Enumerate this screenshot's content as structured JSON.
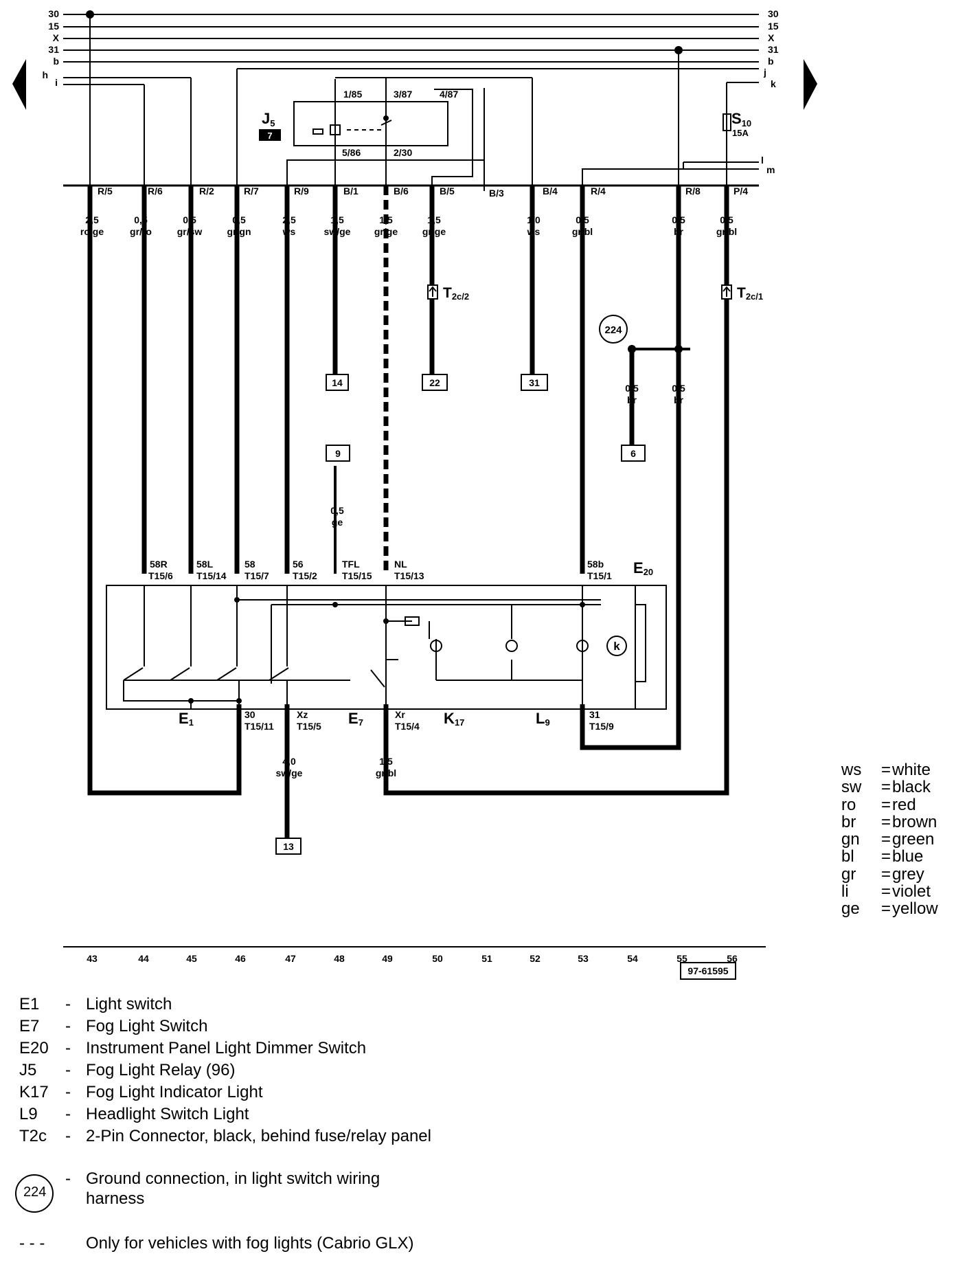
{
  "bus_lines": {
    "left_labels": [
      "30",
      "15",
      "X",
      "31",
      "b",
      "h",
      "i"
    ],
    "right_labels": [
      "30",
      "15",
      "X",
      "31",
      "b",
      "j",
      "k",
      "l",
      "m"
    ]
  },
  "relay": {
    "name_main": "J",
    "name_sub": "5",
    "badge": "7",
    "pins": [
      "1/85",
      "3/87",
      "4/87",
      "5/86",
      "2/30"
    ]
  },
  "fuse": {
    "name_main": "S",
    "name_sub": "10",
    "rating": "15A"
  },
  "connectors": [
    {
      "pin": "R/5",
      "size": "2,5",
      "color": "ro/ge"
    },
    {
      "pin": "R/6",
      "size": "0,5",
      "color": "gr/ro"
    },
    {
      "pin": "R/2",
      "size": "0,5",
      "color": "gr/sw"
    },
    {
      "pin": "R/7",
      "size": "0,5",
      "color": "gr/gn"
    },
    {
      "pin": "R/9",
      "size": "2,5",
      "color": "ws"
    },
    {
      "pin": "B/1",
      "size": "1,5",
      "color": "sw/ge"
    },
    {
      "pin": "B/6",
      "size": "1,5",
      "color": "gr/ge"
    },
    {
      "pin": "B/5",
      "size": "1,5",
      "color": "gr/ge"
    },
    {
      "pin": "B/3",
      "size": "",
      "color": ""
    },
    {
      "pin": "B/4",
      "size": "1,0",
      "color": "ws"
    },
    {
      "pin": "R/4",
      "size": "0,5",
      "color": "gr/bl"
    },
    {
      "pin": "R/8",
      "size": "0,5",
      "color": "br"
    },
    {
      "pin": "P/4",
      "size": "0,5",
      "color": "gr/bl"
    }
  ],
  "t2c_labels": {
    "left_main": "T",
    "left_sub": "2c/2",
    "right_main": "T",
    "right_sub": "2c/1"
  },
  "ground_point": "224",
  "branch_wires": [
    {
      "size": "0,5",
      "color": "br"
    },
    {
      "size": "0,5",
      "color": "br"
    },
    {
      "size": "0,5",
      "color": "ge"
    },
    {
      "size": "4,0",
      "color": "sw/ge"
    },
    {
      "size": "1,5",
      "color": "gr/bl"
    }
  ],
  "ref_boxes": [
    "14",
    "22",
    "31",
    "6",
    "9",
    "13"
  ],
  "switch_top_terms": [
    {
      "a": "58R",
      "b": "T15/6"
    },
    {
      "a": "58L",
      "b": "T15/14"
    },
    {
      "a": "58",
      "b": "T15/7"
    },
    {
      "a": "56",
      "b": "T15/2"
    },
    {
      "a": "TFL",
      "b": "T15/15"
    },
    {
      "a": "NL",
      "b": "T15/13"
    },
    {
      "a": "58b",
      "b": "T15/1"
    }
  ],
  "switch_bottom_terms": [
    {
      "a": "30",
      "b": "T15/11"
    },
    {
      "a": "Xz",
      "b": "T15/5"
    },
    {
      "a": "Xr",
      "b": "T15/4"
    },
    {
      "a": "31",
      "b": "T15/9"
    }
  ],
  "component_labels": [
    {
      "main": "E",
      "sub": "20"
    },
    {
      "main": "E",
      "sub": "1"
    },
    {
      "main": "E",
      "sub": "7"
    },
    {
      "main": "K",
      "sub": "17"
    },
    {
      "main": "L",
      "sub": "9"
    }
  ],
  "dimmer_symbol": "k",
  "track_numbers": [
    "43",
    "44",
    "45",
    "46",
    "47",
    "48",
    "49",
    "50",
    "51",
    "52",
    "53",
    "54",
    "55",
    "56"
  ],
  "ref_code": "97-61595",
  "color_legend": [
    {
      "code": "ws",
      "name": "white"
    },
    {
      "code": "sw",
      "name": "black"
    },
    {
      "code": "ro",
      "name": "red"
    },
    {
      "code": "br",
      "name": "brown"
    },
    {
      "code": "gn",
      "name": "green"
    },
    {
      "code": "bl",
      "name": "blue"
    },
    {
      "code": "gr",
      "name": "grey"
    },
    {
      "code": "li",
      "name": "violet"
    },
    {
      "code": "ge",
      "name": "yellow"
    }
  ],
  "legend_equals": "=",
  "components": [
    {
      "code": "E1",
      "desc": "Light switch"
    },
    {
      "code": "E7",
      "desc": "Fog Light Switch"
    },
    {
      "code": "E20",
      "desc": "Instrument Panel Light Dimmer Switch"
    },
    {
      "code": "J5",
      "desc": "Fog Light Relay (96)"
    },
    {
      "code": "K17",
      "desc": "Fog Light Indicator Light"
    },
    {
      "code": "L9",
      "desc": "Headlight Switch Light"
    },
    {
      "code": "T2c",
      "desc": "2-Pin Connector, black, behind fuse/relay panel"
    }
  ],
  "ground_note": {
    "code": "224",
    "line1": "Ground connection, in light switch wiring",
    "line2": "harness"
  },
  "dash": "-",
  "fog_note": {
    "code": "- - -",
    "desc": "Only for vehicles with fog lights (Cabrio GLX)"
  }
}
